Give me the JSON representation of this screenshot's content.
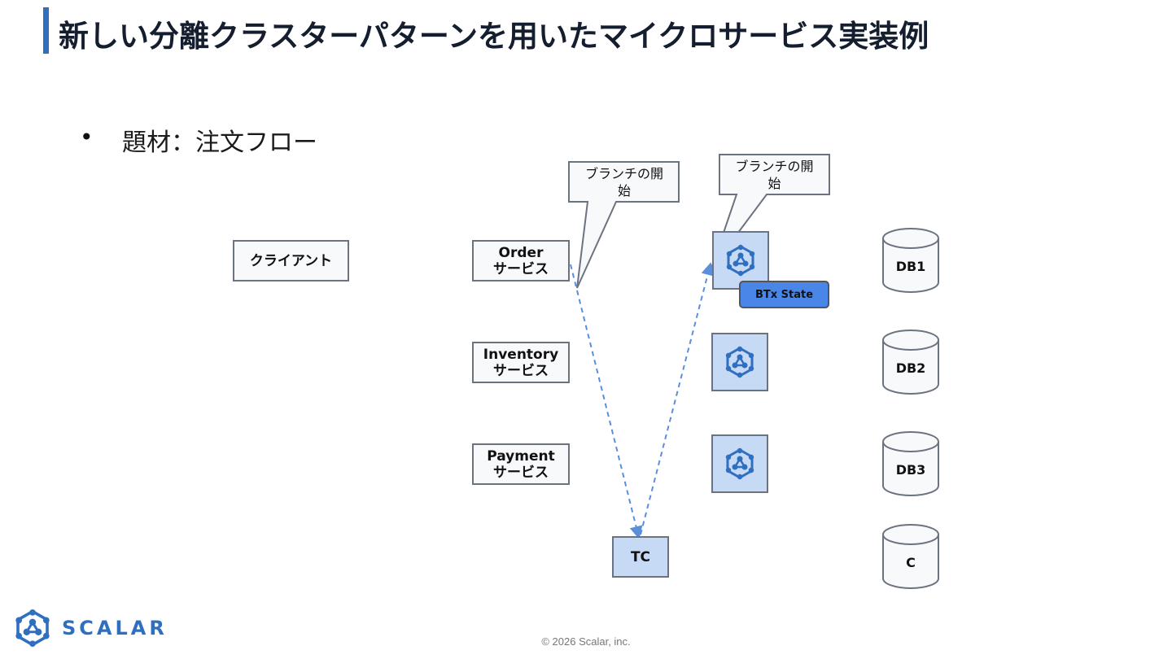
{
  "slide": {
    "title": "新しい分離クラスターパターンを用いたマイクロサービス実装例",
    "bullet_marker": "•",
    "bullet_text": "題材：注文フロー"
  },
  "diagram": {
    "client": "クライアント",
    "services": [
      {
        "label": "Order\nサービス"
      },
      {
        "label": "Inventory\nサービス"
      },
      {
        "label": "Payment\nサービス"
      }
    ],
    "tc": "TC",
    "btx_state": "BTx State",
    "callouts": [
      "ブランチの開\n始",
      "ブランチの開\n始"
    ],
    "databases": [
      "DB1",
      "DB2",
      "DB3",
      "C"
    ],
    "node_icon": "scalar-node-icon",
    "arrow_color": "#5b8fd9"
  },
  "footer": {
    "logo_text": "SCALAR",
    "copyright": "© 2026 Scalar, inc."
  },
  "colors": {
    "accent": "#2f6fc0",
    "node_fill": "#c6d9f5",
    "btx_fill": "#4a86e8"
  }
}
